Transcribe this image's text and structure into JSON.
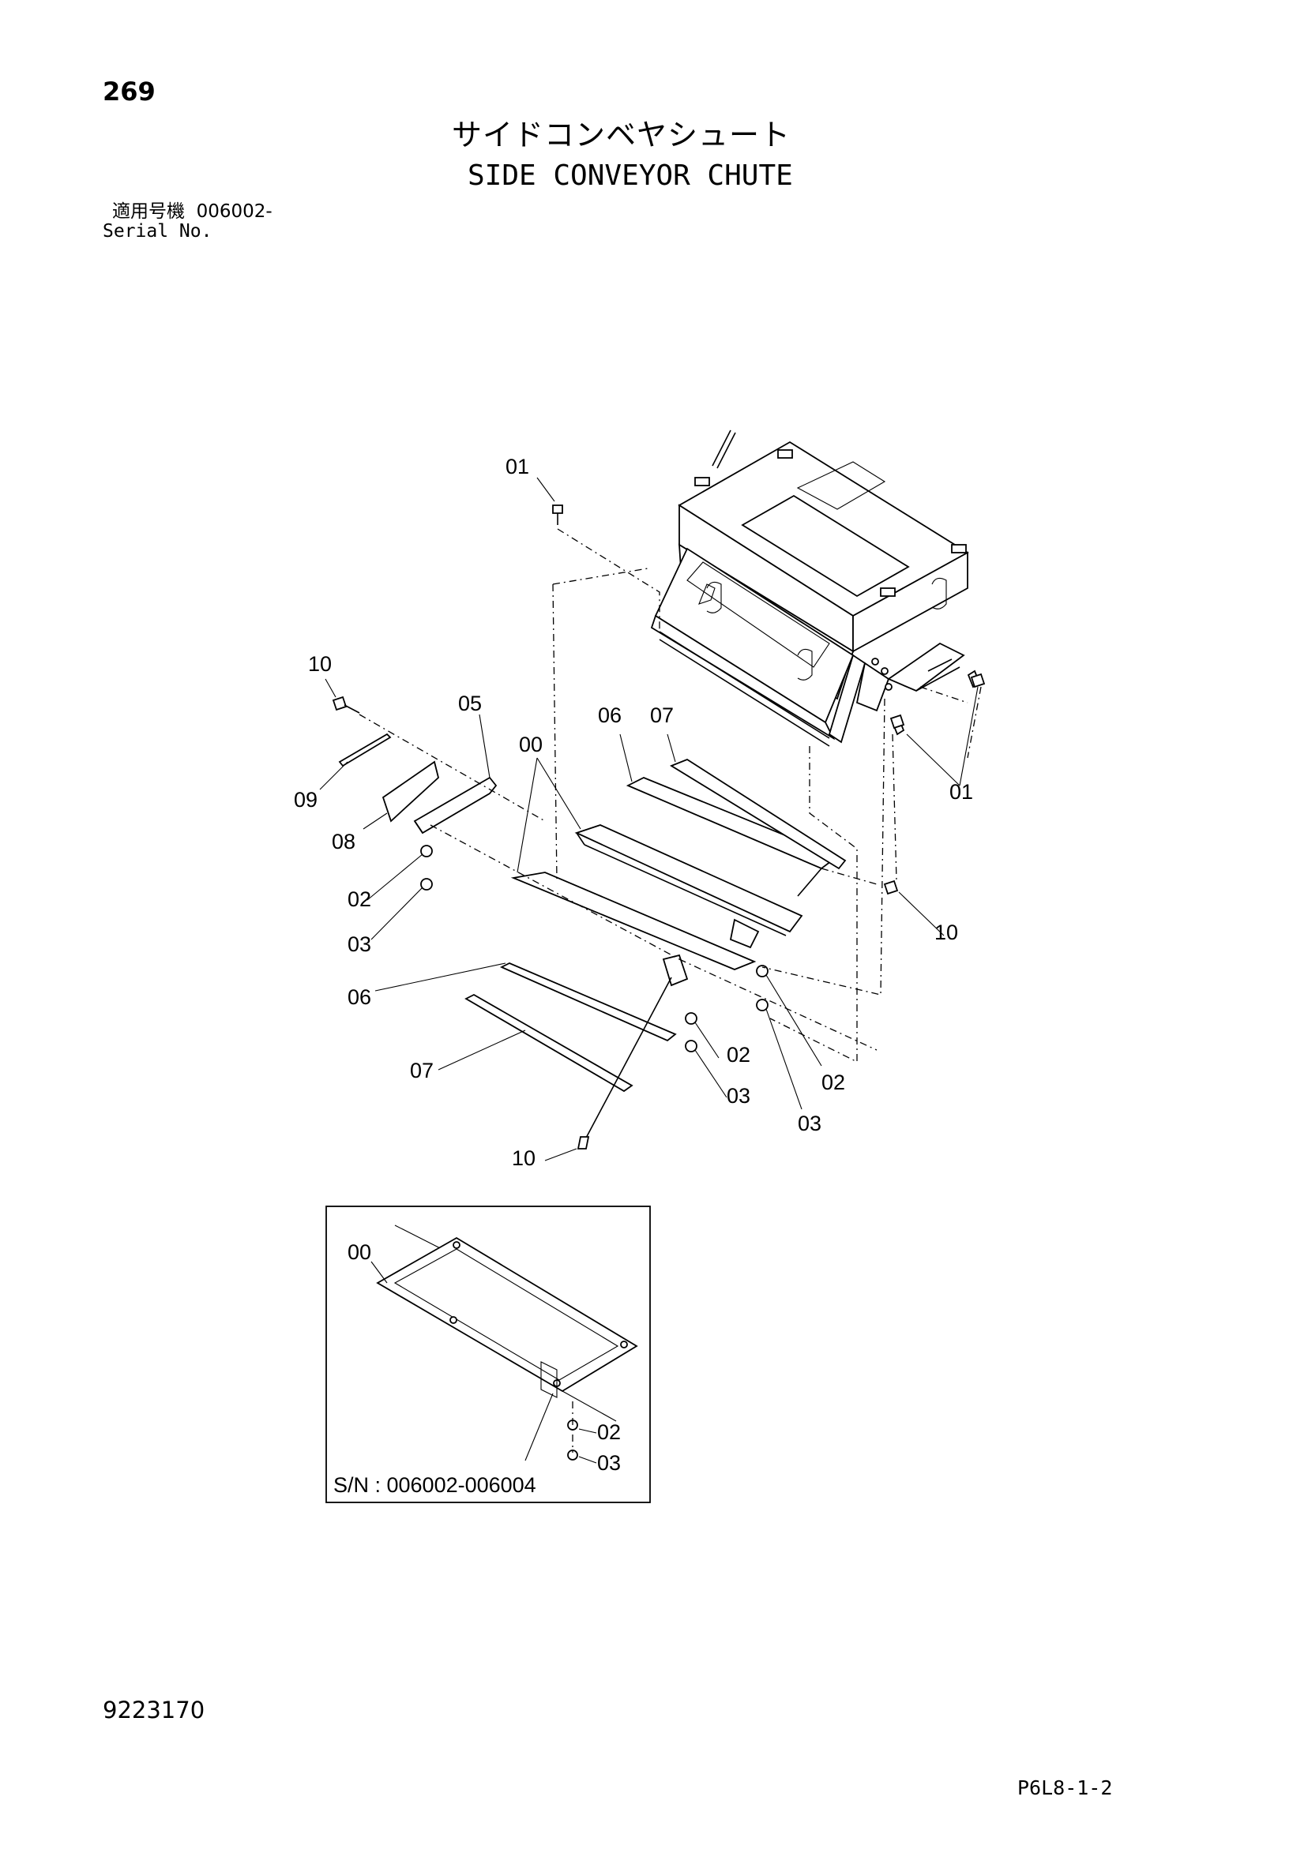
{
  "header": {
    "page_number": "269",
    "title_jp": "サイドコンベヤシュート",
    "title_en": "SIDE CONVEYOR CHUTE",
    "serial_label_jp": "適用号機",
    "serial_value": "006002-",
    "serial_label_en": "Serial No."
  },
  "diagram": {
    "callouts": {
      "c01_top": "01",
      "c01_right": "01",
      "c10_left": "10",
      "c10_right": "10",
      "c10_bottom": "10",
      "c05": "05",
      "c00": "00",
      "c06_top": "06",
      "c07_top": "07",
      "c09": "09",
      "c08": "08",
      "c02_left": "02",
      "c03_left": "03",
      "c06_left": "06",
      "c07_left": "07",
      "c02_mid": "02",
      "c03_mid": "03",
      "c02_right": "02",
      "c03_right": "03"
    },
    "inset": {
      "c00": "00",
      "c02": "02",
      "c03": "03",
      "serial_range": "S/N : 006002-006004"
    }
  },
  "footer": {
    "document_number": "9223170",
    "drawing_code": "P6L8-1-2"
  }
}
